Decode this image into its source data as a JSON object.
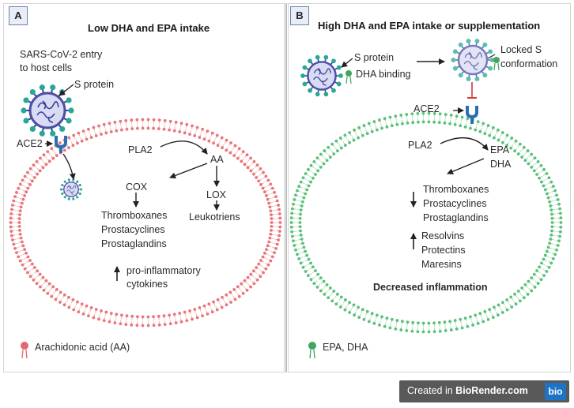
{
  "panel_a": {
    "badge": "A",
    "title": "Low DHA and EPA intake",
    "virus_entry_line1": "SARS-CoV-2 entry",
    "virus_entry_line2": "to host cells",
    "s_protein": "S protein",
    "ace2": "ACE2",
    "pla2": "PLA2",
    "aa": "AA",
    "cox": "COX",
    "lox": "LOX",
    "leukotriens": "Leukotriens",
    "products": [
      "Thromboxanes",
      "Prostacyclines",
      "Prostaglandins"
    ],
    "cytokines_line1": "pro-inflammatory",
    "cytokines_line2": "cytokines",
    "legend": "Arachidonic acid (AA)",
    "membrane_color": "#e8767a"
  },
  "panel_b": {
    "badge": "B",
    "title": "High DHA and EPA intake or supplementation",
    "s_protein": "S protein",
    "dha_binding": "DHA binding",
    "locked_line1": "Locked S",
    "locked_line2": "conformation",
    "ace2": "ACE2",
    "pla2": "PLA2",
    "epa": "EPA",
    "dha": "DHA",
    "down_products": [
      "Thromboxanes",
      "Prostacyclines",
      "Prostaglandins"
    ],
    "up_products": [
      "Resolvins",
      "Protectins",
      "Maresins"
    ],
    "outcome": "Decreased inflammation",
    "legend": "EPA, DHA",
    "membrane_color": "#5cc07a"
  },
  "footer": {
    "prefix": "Created in",
    "brand": "BioRender.com",
    "logo": "bio"
  }
}
